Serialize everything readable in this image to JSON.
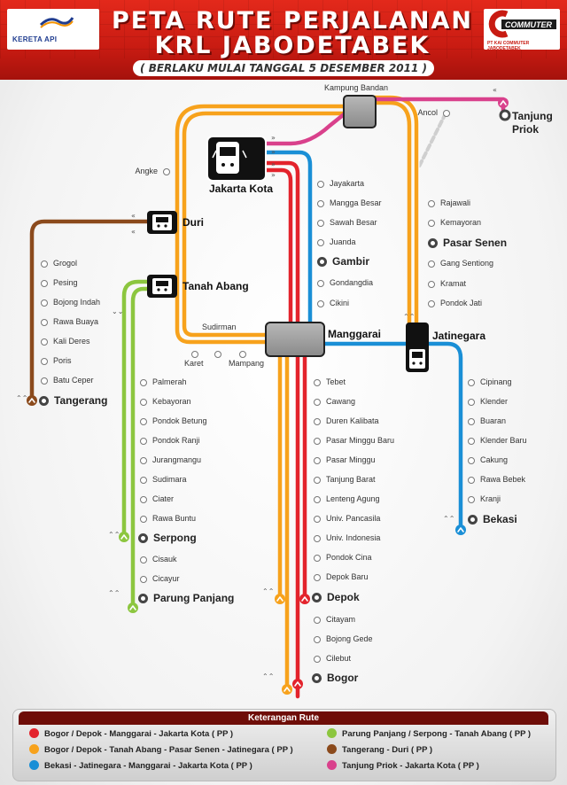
{
  "header": {
    "title_line1": "PETA RUTE PERJALANAN",
    "title_line2": "KRL JABODETABEK",
    "subtitle": "( BERLAKU MULAI TANGGAL 5 DESEMBER 2011 )",
    "logo_left_text": "KERETA API",
    "logo_right_text": "COMMUTER",
    "logo_right_subtext": "PT KAI COMMUTER JABODETABEK"
  },
  "colors": {
    "red": "#e3232c",
    "orange": "#f7a21c",
    "blue": "#1a8fd6",
    "green": "#8cc63f",
    "brown": "#8b4a1c",
    "pink": "#d9418c",
    "header_red": "#c81b12",
    "legend_bar": "#6e0d08"
  },
  "hubs": {
    "jakarta_kota": "Jakarta Kota",
    "kampung_bandan": "Kampung Bandan",
    "manggarai": "Manggarai",
    "jatinegara": "Jatinegara",
    "duri": "Duri",
    "tanah_abang": "Tanah Abang"
  },
  "stations": {
    "kota_line": [
      "Jayakarta",
      "Mangga Besar",
      "Sawah Besar",
      "Juanda",
      "Gambir",
      "Gondangdia",
      "Cikini"
    ],
    "senen_line": [
      "Rajawali",
      "Kemayoran",
      "Pasar Senen",
      "Gang Sentiong",
      "Kramat",
      "Pondok Jati"
    ],
    "tangerang_line": [
      "Grogol",
      "Pesing",
      "Bojong Indah",
      "Rawa Buaya",
      "Kali Deres",
      "Poris",
      "Batu Ceper",
      "Tangerang"
    ],
    "serpong_line": [
      "Palmerah",
      "Kebayoran",
      "Pondok Betung",
      "Pondok Ranji",
      "Jurangmangu",
      "Sudimara",
      "Ciater",
      "Rawa Buntu",
      "Serpong",
      "Cisauk",
      "Cicayur",
      "Parung Panjang"
    ],
    "bogor_line": [
      "Tebet",
      "Cawang",
      "Duren Kalibata",
      "Pasar Minggu Baru",
      "Pasar Minggu",
      "Tanjung Barat",
      "Lenteng Agung",
      "Univ. Pancasila",
      "Univ. Indonesia",
      "Pondok Cina",
      "Depok Baru",
      "Depok",
      "Citayam",
      "Bojong Gede",
      "Cilebut",
      "Bogor"
    ],
    "bekasi_line": [
      "Cipinang",
      "Klender",
      "Buaran",
      "Klender Baru",
      "Cakung",
      "Rawa Bebek",
      "Kranji",
      "Bekasi"
    ],
    "other": {
      "angke": "Angke",
      "ancol": "Ancol",
      "tanjung_priok": "Tanjung Priok",
      "sudirman": "Sudirman",
      "karet": "Karet",
      "mampang": "Mampang"
    }
  },
  "legend": {
    "title": "Keterangan Rute",
    "items": [
      {
        "label": "Bogor / Depok - Manggarai - Jakarta Kota ( PP )",
        "color": "#e3232c"
      },
      {
        "label": "Bogor / Depok - Tanah Abang - Pasar Senen - Jatinegara ( PP )",
        "color": "#f7a21c"
      },
      {
        "label": "Bekasi - Jatinegara - Manggarai - Jakarta Kota ( PP )",
        "color": "#1a8fd6"
      },
      {
        "label": "Parung Panjang / Serpong - Tanah Abang ( PP )",
        "color": "#8cc63f"
      },
      {
        "label": "Tangerang - Duri ( PP )",
        "color": "#8b4a1c"
      },
      {
        "label": "Tanjung Priok - Jakarta Kota ( PP )",
        "color": "#d9418c"
      }
    ]
  }
}
